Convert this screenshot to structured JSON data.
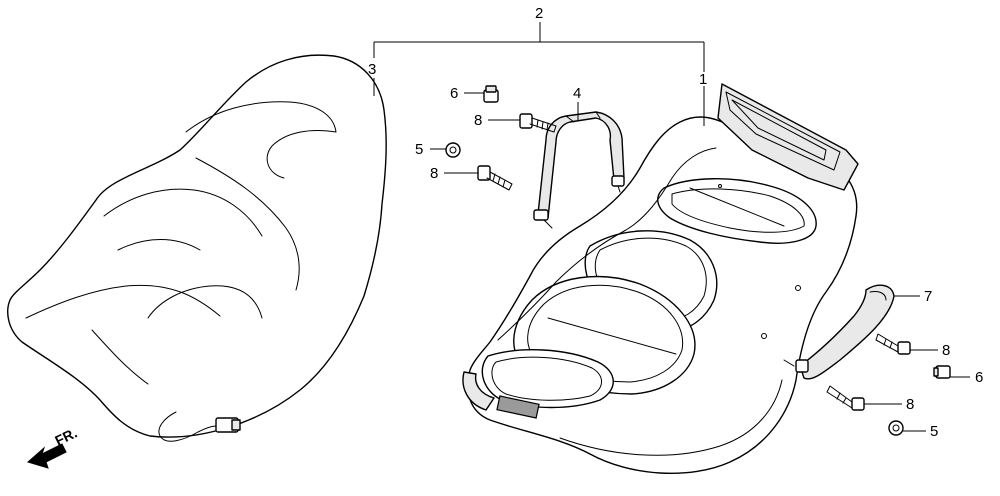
{
  "callouts": {
    "c1": "1",
    "c2": "2",
    "c3": "3",
    "c4": "4",
    "c5a": "5",
    "c5b": "5",
    "c6a": "6",
    "c6b": "6",
    "c7": "7",
    "c8a": "8",
    "c8b": "8",
    "c8c": "8",
    "c8d": "8"
  },
  "direction_marker": {
    "label": "FR."
  }
}
